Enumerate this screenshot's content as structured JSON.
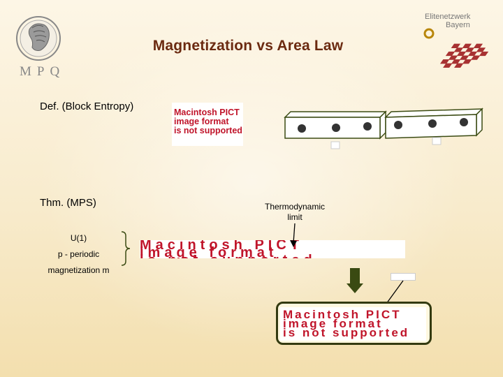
{
  "slide": {
    "title": "Magnetization vs Area Law",
    "def_label": "Def. (Block Entropy)",
    "thm_label": "Thm. (MPS)",
    "conditions": [
      "U(1)",
      "p - periodic",
      "magnetization m"
    ],
    "thermo_label_line1": "Thermodynamic",
    "thermo_label_line2": "limit"
  },
  "logos": {
    "left_text": "MPQ",
    "right_line1": "Elitenetzwerk",
    "right_line2": "Bayern"
  },
  "placeholders": {
    "pict_line1": "Macintosh PICT",
    "pict_line2": "image format",
    "pict_line3": "is not supported"
  },
  "colors": {
    "title": "#6b2a10",
    "pict_text": "#c0142a",
    "arrow": "#3a4a12"
  }
}
